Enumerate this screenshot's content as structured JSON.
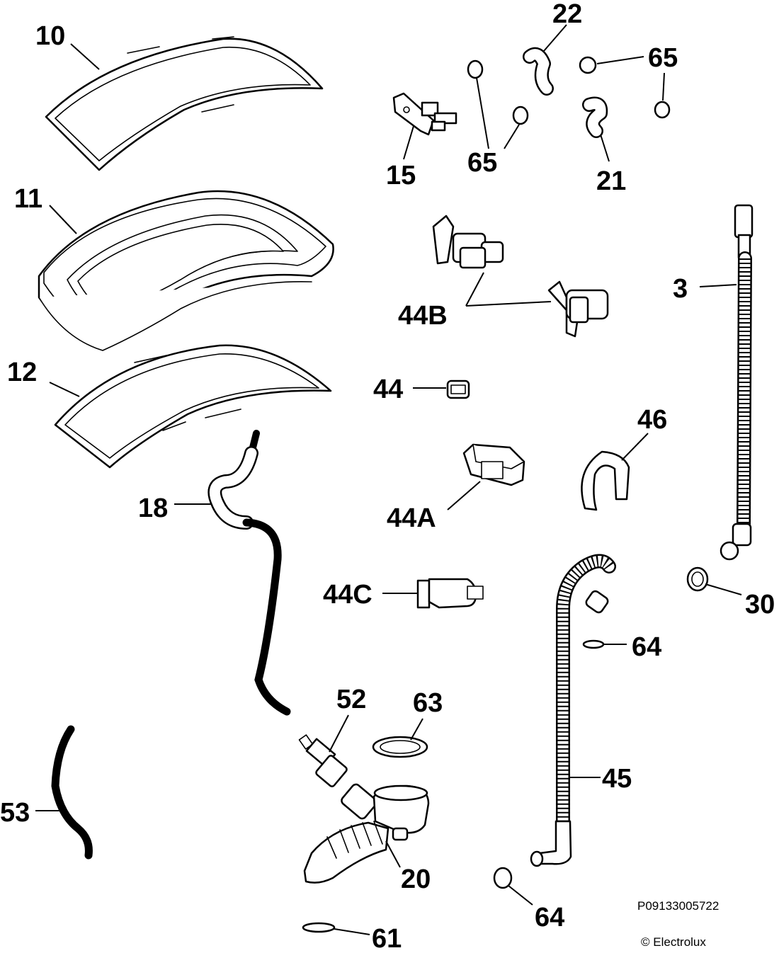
{
  "diagram": {
    "callouts": {
      "c10": "10",
      "c11": "11",
      "c12": "12",
      "c22": "22",
      "c65a": "65",
      "c65b": "65",
      "c15": "15",
      "c21": "21",
      "c3": "3",
      "c44B": "44B",
      "c44": "44",
      "c46": "46",
      "c44A": "44A",
      "c18": "18",
      "c44C": "44C",
      "c30": "30",
      "c64a": "64",
      "c52": "52",
      "c63": "63",
      "c45": "45",
      "c53": "53",
      "c20": "20",
      "c64b": "64",
      "c61": "61"
    },
    "footer": {
      "part_number": "P09133005722",
      "copyright": "© Electrolux"
    }
  }
}
